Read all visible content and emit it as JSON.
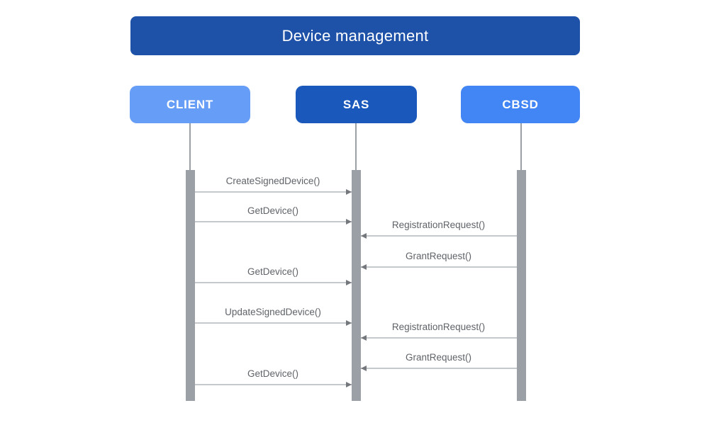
{
  "title": "Device management",
  "colors": {
    "title_bg": "#1e51a8",
    "client_bg": "#669df6",
    "sas_bg": "#1a58bc",
    "cbsd_bg": "#4285f4",
    "lifeline_gray": "#9aa0a6",
    "arrow_line_gray": "#c6c9cc",
    "arrow_head_gray": "#74787c",
    "label_text_gray": "#5f6368"
  },
  "actors": [
    {
      "id": "CLIENT",
      "label": "CLIENT",
      "color": "#669df6"
    },
    {
      "id": "SAS",
      "label": "SAS",
      "color": "#1a58bc"
    },
    {
      "id": "CBSD",
      "label": "CBSD",
      "color": "#4285f4"
    }
  ],
  "messages": [
    {
      "label": "CreateSignedDevice()",
      "from": "CLIENT",
      "to": "SAS"
    },
    {
      "label": "GetDevice()",
      "from": "CLIENT",
      "to": "SAS"
    },
    {
      "label": "RegistrationRequest()",
      "from": "CBSD",
      "to": "SAS"
    },
    {
      "label": "GrantRequest()",
      "from": "CBSD",
      "to": "SAS"
    },
    {
      "label": "GetDevice()",
      "from": "CLIENT",
      "to": "SAS"
    },
    {
      "label": "UpdateSignedDevice()",
      "from": "CLIENT",
      "to": "SAS"
    },
    {
      "label": "RegistrationRequest()",
      "from": "CBSD",
      "to": "SAS"
    },
    {
      "label": "GrantRequest()",
      "from": "CBSD",
      "to": "SAS"
    },
    {
      "label": "GetDevice()",
      "from": "CLIENT",
      "to": "SAS"
    }
  ]
}
